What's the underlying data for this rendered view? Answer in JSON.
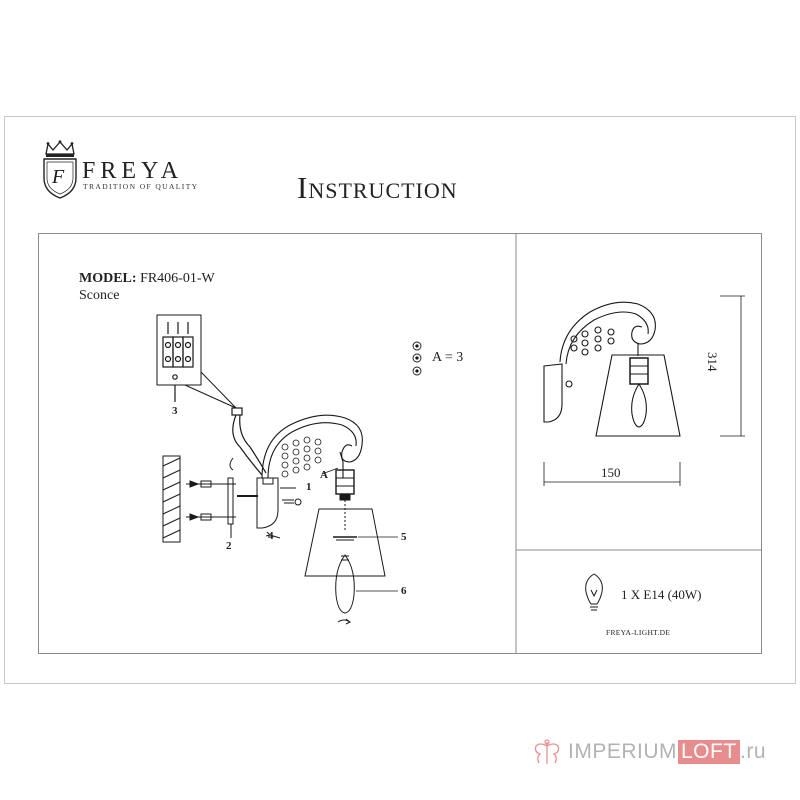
{
  "brand": {
    "name": "FREYA",
    "tagline": "TRADITION OF QUALITY",
    "monogram": "F"
  },
  "document": {
    "title": "Instruction"
  },
  "product": {
    "model_label": "MODEL:",
    "model_number": "FR406-01-W",
    "type": "Sconce"
  },
  "assembly": {
    "callouts": {
      "c1": "1",
      "c2": "2",
      "c3": "3",
      "c4": "4",
      "c5": "5",
      "c6": "6",
      "a": "A"
    },
    "parts_note": "A = 3"
  },
  "dimensions": {
    "height": "314",
    "width": "150"
  },
  "specs": {
    "bulb": "1 X E14 (40W)",
    "website": "FREYA-LIGHT.DE"
  },
  "watermark": {
    "word1": "IMPERIUM",
    "word2": "LOFT",
    "suffix": ".ru"
  },
  "colors": {
    "line": "#1a1a1a",
    "frame": "#8a8a8a",
    "watermark_red": "#d94b4b",
    "watermark_gray": "#9a9a9a"
  }
}
